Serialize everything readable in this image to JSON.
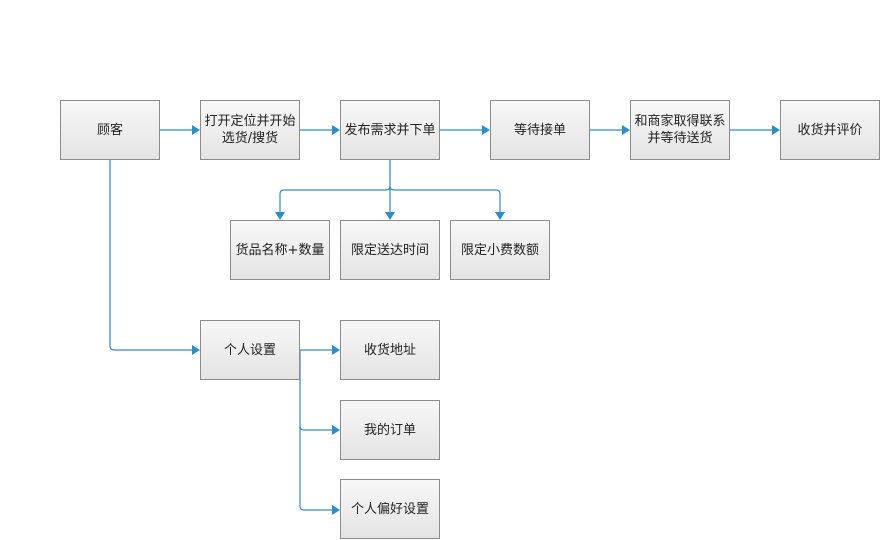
{
  "diagram": {
    "nodes": {
      "customer": "顾客",
      "open_location": "打开定位并开始\n选货/搜货",
      "publish": "发布需求并下单",
      "wait": "等待接单",
      "contact": "和商家取得联系\n并等待送货",
      "receive": "收货并评价",
      "goods_name": "货品名称+数量",
      "time_limit": "限定送达时间",
      "tip_limit": "限定小费数额",
      "settings": "个人设置",
      "address": "收货地址",
      "orders": "我的订单",
      "preferences": "个人偏好设置"
    },
    "edges": [
      [
        "customer",
        "open_location"
      ],
      [
        "open_location",
        "publish"
      ],
      [
        "publish",
        "wait"
      ],
      [
        "wait",
        "contact"
      ],
      [
        "contact",
        "receive"
      ],
      [
        "publish",
        "goods_name"
      ],
      [
        "publish",
        "time_limit"
      ],
      [
        "publish",
        "tip_limit"
      ],
      [
        "customer",
        "settings"
      ],
      [
        "settings",
        "address"
      ],
      [
        "settings",
        "orders"
      ],
      [
        "settings",
        "preferences"
      ]
    ],
    "colors": {
      "connector": "#2b8ec9",
      "node_border": "#8c8c8c",
      "node_fill_top": "#f7f7f7",
      "node_fill_bottom": "#e4e4e4"
    }
  }
}
